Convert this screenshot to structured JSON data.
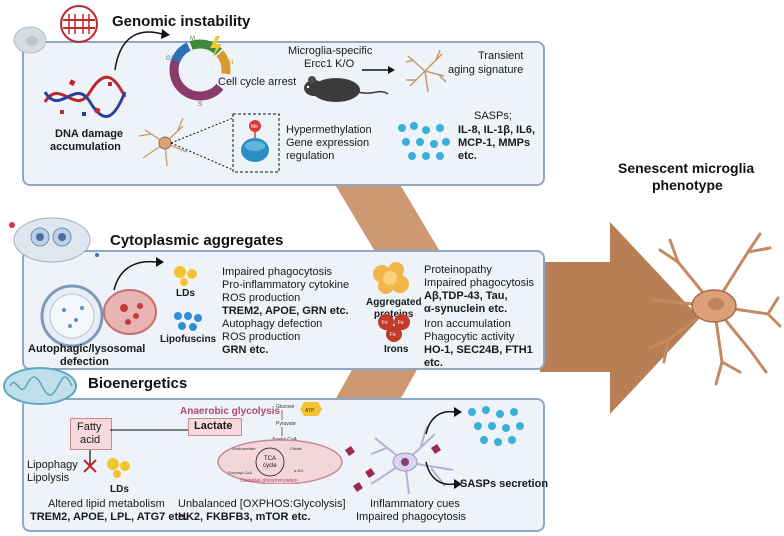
{
  "sections": {
    "genomic": {
      "title": "Genomic instability",
      "dna_label_1": "DNA damage",
      "dna_label_2": "accumulation",
      "cell_cycle": "Cell cycle arrest",
      "ercc1_1": "Microglia-specific",
      "ercc1_2": "Ercc1 K/O",
      "aging_1": "Transient",
      "aging_2": "aging signature",
      "hyper_1": "Hypermethylation",
      "hyper_2": "Gene expression",
      "hyper_3": "regulation",
      "sasps_1": "SASPs;",
      "sasps_2": "IL-8, IL-1β, IL6,",
      "sasps_3": "MCP-1, MMPs",
      "sasps_4": "etc.",
      "phase_g1": "G1",
      "phase_g2": "G2",
      "phase_m": "M",
      "phase_s": "S",
      "me_label": "Me"
    },
    "cytoplasmic": {
      "title": "Cytoplasmic aggregates",
      "auto_1": "Autophagic/lysosomal",
      "auto_2": "defection",
      "lds_label": "LDs",
      "lds_1": "Impaired phagocytosis",
      "lds_2": "Pro-inflammatory cytokine",
      "lds_3": "ROS production",
      "lds_4": "TREM2, APOE, GRN etc.",
      "lipo_label": "Lipofuscins",
      "lipo_1": "Autophagy defection",
      "lipo_2": "ROS production",
      "lipo_3": "GRN etc.",
      "agg_label_1": "Aggregated",
      "agg_label_2": "proteins",
      "agg_1": "Proteinopathy",
      "agg_2": "Impaired phagocytosis",
      "agg_3": "Aβ,TDP-43, Tau,",
      "agg_4": "α-synuclein etc.",
      "irons_label": "Irons",
      "iron_1": "Iron accumulation",
      "iron_2": "Phagocytic activity",
      "iron_3": "HO-1, SEC24B, FTH1",
      "iron_4": "etc.",
      "fe_label": "Fe"
    },
    "bioenergetics": {
      "title": "Bioenergetics",
      "lipophagy": "Lipophagy",
      "lipolysis": "Lipolysis",
      "fatty_1": "Fatty",
      "fatty_2": "acid",
      "lactate": "Lactate",
      "anaerobic": "Anaerobic glycolysis",
      "glucose": "Glucose",
      "pyruvate": "Pyruvate",
      "acetyl": "Acetyl-CoA",
      "atp": "ATP",
      "tca_1": "TCA",
      "tca_2": "cycle",
      "oxaloacetate": "Oxaloacetate",
      "citrate": "Citrate",
      "akg": "α-KG",
      "succinyl": "Succinyl-CoA",
      "oxphos": "Oxidative phosphorylation",
      "lds_label": "LDs",
      "altered_1": "Altered lipid metabolism",
      "altered_2": "TREM2, APOE, LPL, ATG7 etc.",
      "unbal_1": "Unbalanced [OXPHOS:Glycolysis]",
      "unbal_2": "HK2, FKBFB3, mTOR etc.",
      "inflam_1": "Inflammatory cues",
      "inflam_2": "Impaired phagocytosis",
      "sasp_secretion": "SASPs secretion"
    },
    "outcome": {
      "title_1": "Senescent microglia",
      "title_2": "phenotype"
    }
  },
  "colors": {
    "panel_bg": "#eef3f9",
    "panel_border": "#8fa6c4",
    "big_arrow": "#b87f55",
    "cell_body": "#d9a07a",
    "cell_border": "#a86a44",
    "sasp_dot": "#3ab0d8",
    "lds_yellow": "#f4c430",
    "lipo_blue": "#2f8fd6",
    "iron_red": "#c23a2a",
    "lactate_box": "#f7d9dc",
    "dna_red": "#c0262c",
    "dna_blue": "#2b3f9e"
  }
}
